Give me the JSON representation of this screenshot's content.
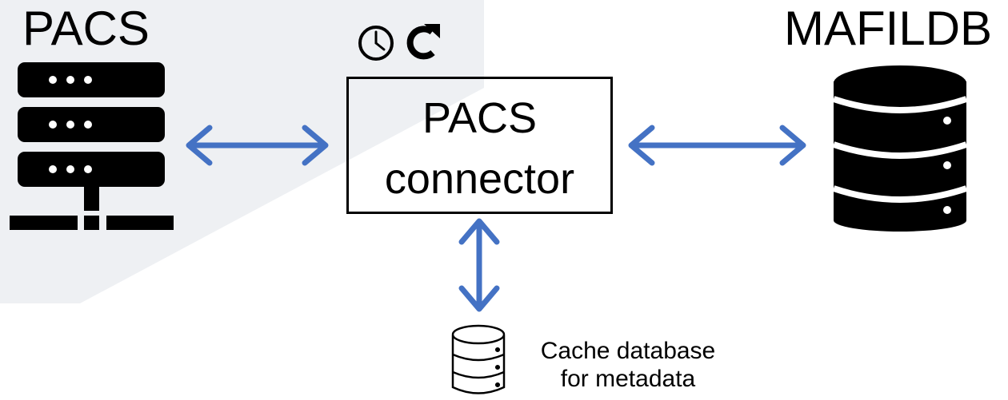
{
  "nodes": {
    "pacs": {
      "label": "PACS",
      "icon": "server-rack-icon"
    },
    "mafildb": {
      "label": "MAFILDB",
      "icon": "database-icon"
    },
    "connector": {
      "label_line1": "PACS",
      "label_line2": "connector",
      "status_icons": [
        "clock-icon",
        "refresh-icon"
      ]
    },
    "cache": {
      "label_line1": "Cache database",
      "label_line2": "for metadata",
      "icon": "database-outline-icon"
    }
  },
  "edges": [
    {
      "from": "pacs",
      "to": "connector",
      "direction": "bidirectional"
    },
    {
      "from": "connector",
      "to": "mafildb",
      "direction": "bidirectional"
    },
    {
      "from": "connector",
      "to": "cache",
      "direction": "bidirectional"
    }
  ],
  "colors": {
    "arrow": "#4472C4",
    "icon": "#000000",
    "background_shape": "#eef0f3"
  }
}
